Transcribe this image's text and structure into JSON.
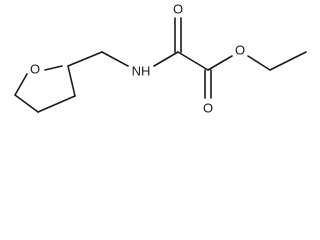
{
  "molecule": {
    "atoms": {
      "ring_oxygen": "O",
      "amide_nitrogen": "NH",
      "ketone_oxygen": "O",
      "ester_carbonyl_oxygen": "O",
      "ester_oxygen": "O"
    }
  }
}
